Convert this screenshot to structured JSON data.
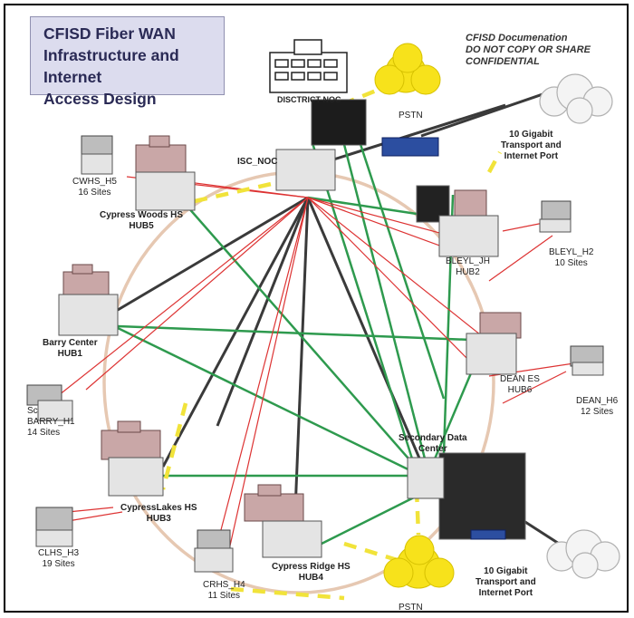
{
  "title": {
    "lines": [
      "CFISD Fiber WAN",
      "Infrastructure and Internet",
      "Access Design"
    ]
  },
  "notice": {
    "lines": [
      "CFISD Documenation",
      "DO NOT COPY OR SHARE",
      "CONFIDENTIAL"
    ]
  },
  "nodes": {
    "district_noc": "DISCTRICT NOC",
    "isc_noc": "ISC_NOC",
    "pstn_top": "PSTN",
    "pstn_bottom": "PSTN",
    "transport_top": [
      "10 Gigabit",
      "Transport and",
      "Internet Port"
    ],
    "transport_bottom": [
      "10 Gigabit",
      "Transport and",
      "Internet Port"
    ],
    "cypress_woods": [
      "Cypress Woods HS",
      "HUB5"
    ],
    "cwhs_h5": [
      "CWHS_H5",
      "16 Sites"
    ],
    "bleyl_jh": [
      "BLEYL_JH",
      "HUB2"
    ],
    "bleyl_h2": [
      "BLEYL_H2",
      "10 Sites"
    ],
    "barry_center": [
      "Barry Center",
      "HUB1"
    ],
    "barry_h1": [
      "Sc",
      "BARRY_H1",
      "14 Sites"
    ],
    "dean_es": [
      "DEAN ES",
      "HUB6"
    ],
    "dean_h6": [
      "DEAN_H6",
      "12 Sites"
    ],
    "secondary_dc": [
      "Secondary Data",
      "Center"
    ],
    "cypresslakes": [
      "CypressLakes HS",
      "HUB3"
    ],
    "clhs_h3": [
      "CLHS_H3",
      "19 Sites"
    ],
    "cypress_ridge": [
      "Cypress Ridge HS",
      "HUB4"
    ],
    "crhs_h4": [
      "CRHS_H4",
      "11 Sites"
    ]
  },
  "colors": {
    "title_bg": "#dcdcee",
    "title_text": "#2a2a55",
    "link_green": "#2e9a4e",
    "link_dark": "#3a3a3a",
    "link_red": "#dd3333",
    "ring": "#e6c8b2",
    "pstn_cloud": "#f7e21b",
    "internet_cloud": "#f2f2f2",
    "dash_yellow": "#f1e33a",
    "building": "#c9a7a7"
  }
}
